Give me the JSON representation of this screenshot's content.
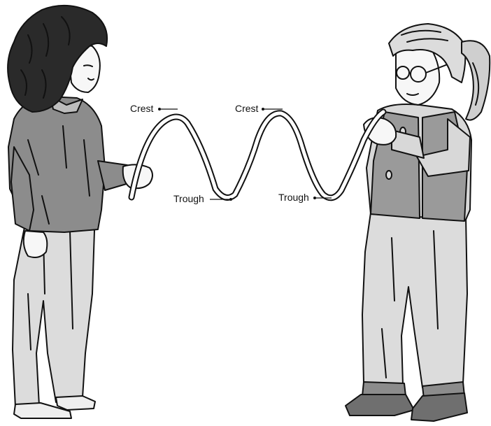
{
  "labels": {
    "crest_left": "Crest",
    "crest_right": "Crest",
    "trough_left": "Trough",
    "trough_right": "Trough"
  },
  "colors": {
    "ink": "#111111",
    "sweater_gray": "#8c8c8c",
    "pants_light": "#dcdcdc",
    "hair_dark": "#2a2a2a",
    "skin": "#f7f7f7",
    "vest_gray": "#9a9a9a",
    "rope": "#ffffff"
  },
  "figures": {
    "left_child": "girl-with-curly-hair",
    "right_child": "girl-with-ponytail-and-glasses"
  }
}
